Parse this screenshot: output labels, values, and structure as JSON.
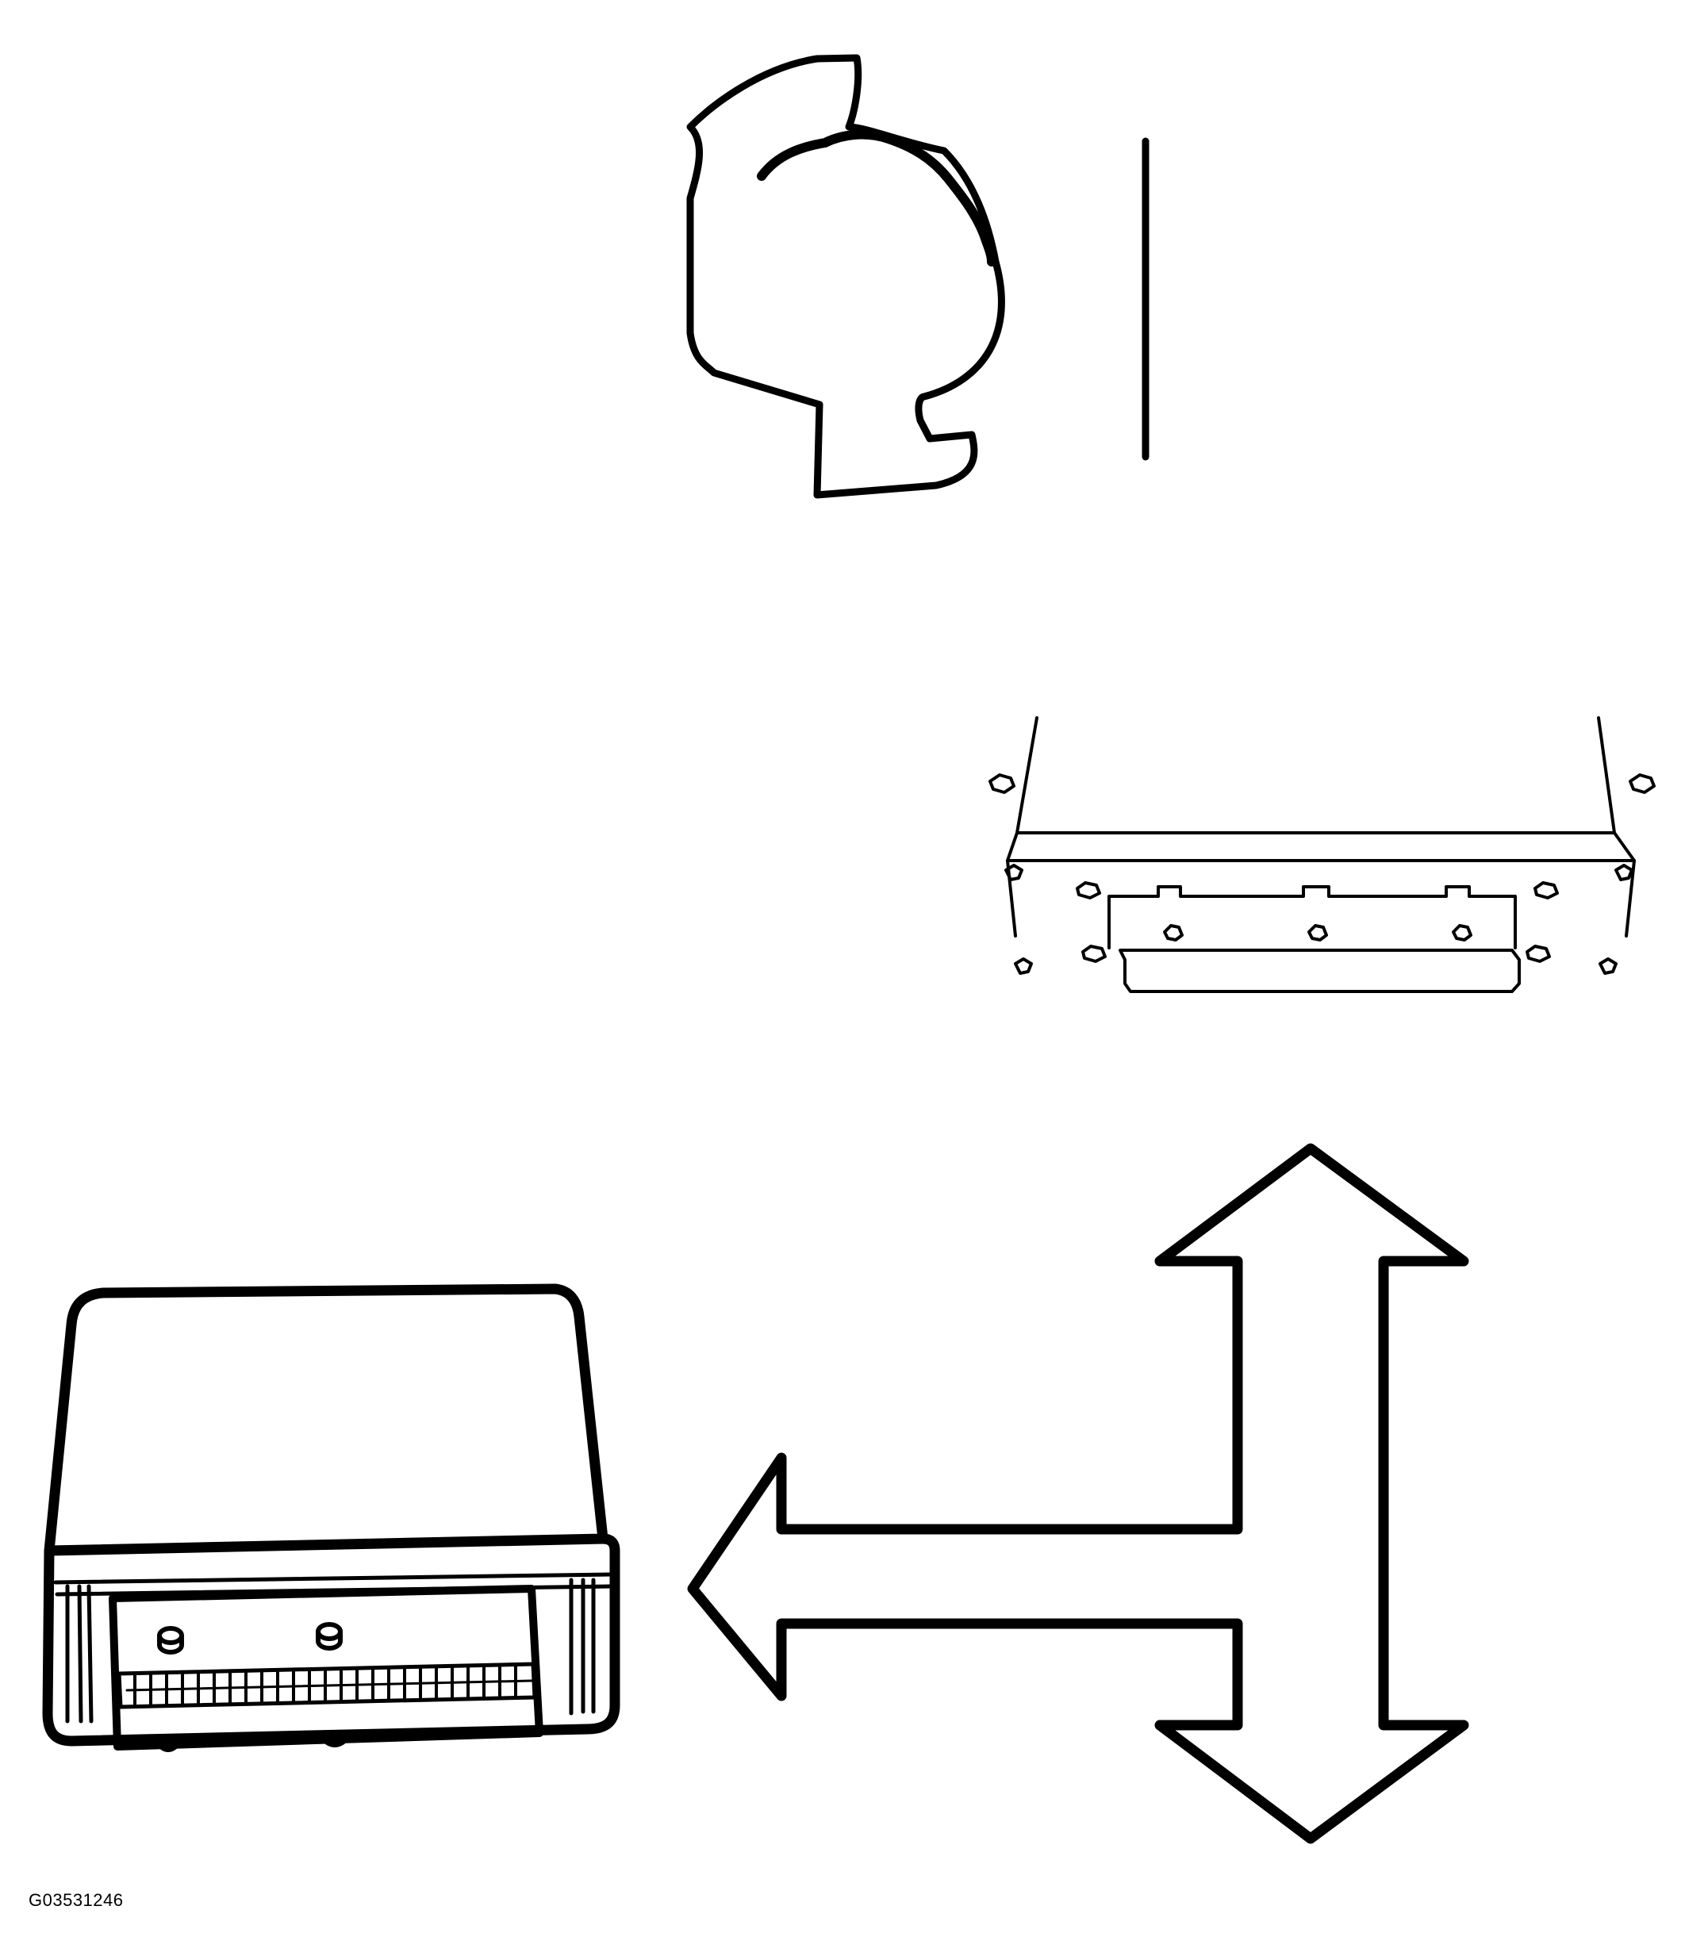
{
  "figure": {
    "id_label": "G03531246",
    "ink_color": "#000000",
    "background_color": "#ffffff"
  },
  "parts": [
    {
      "name": "mounting-bracket",
      "kind": "line drawing"
    },
    {
      "name": "module-mounting-plate",
      "kind": "line drawing"
    },
    {
      "name": "control-module",
      "kind": "line drawing"
    },
    {
      "name": "direction-arrows",
      "kind": "line drawing",
      "directions": [
        "up",
        "down",
        "left"
      ]
    }
  ]
}
